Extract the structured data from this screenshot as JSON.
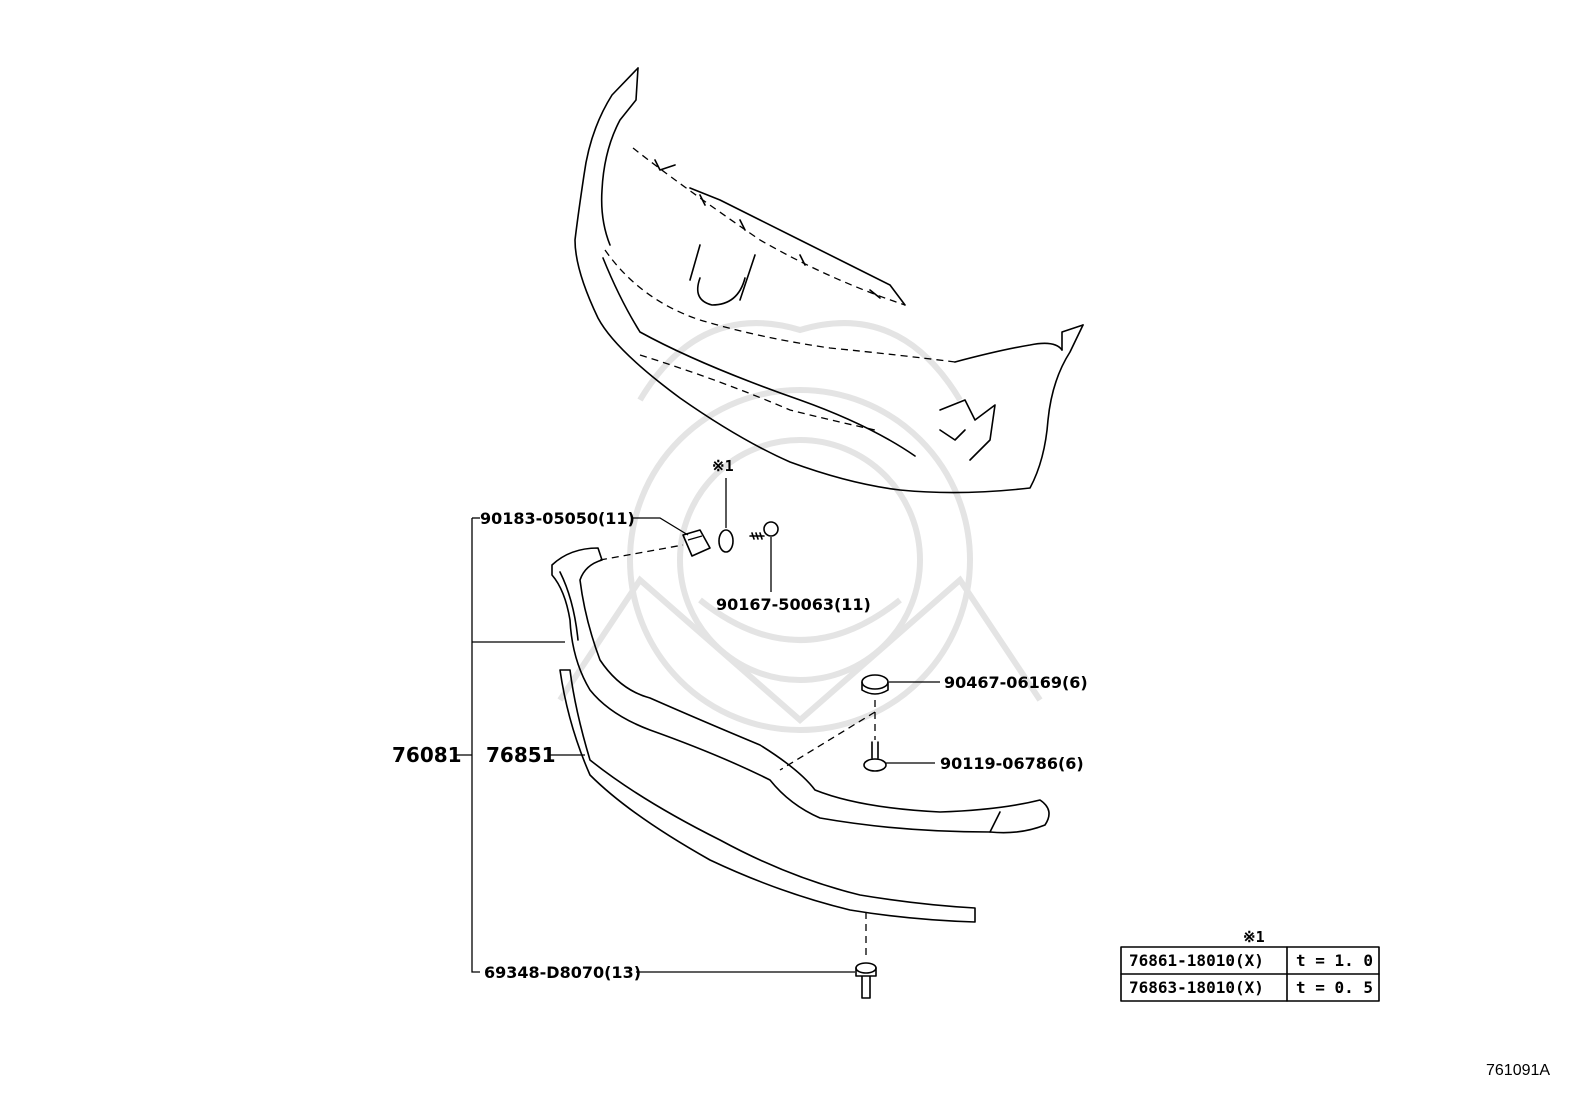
{
  "callouts": {
    "part_90183": "90183-05050(11)",
    "part_90167": "90167-50063(11)",
    "part_90467": "90467-06169(6)",
    "part_90119": "90119-06786(6)",
    "part_69348": "69348-D8070(13)",
    "assembly_76081": "76081",
    "spoiler_76851": "76851",
    "note_marker": "※1"
  },
  "spacer_table": {
    "header": "※1",
    "rows": [
      {
        "part_no": "76861-18010(X)",
        "thickness": "t = 1. 0"
      },
      {
        "part_no": "76863-18010(X)",
        "thickness": "t = 0. 5"
      }
    ]
  },
  "diagram_code": "761091A"
}
